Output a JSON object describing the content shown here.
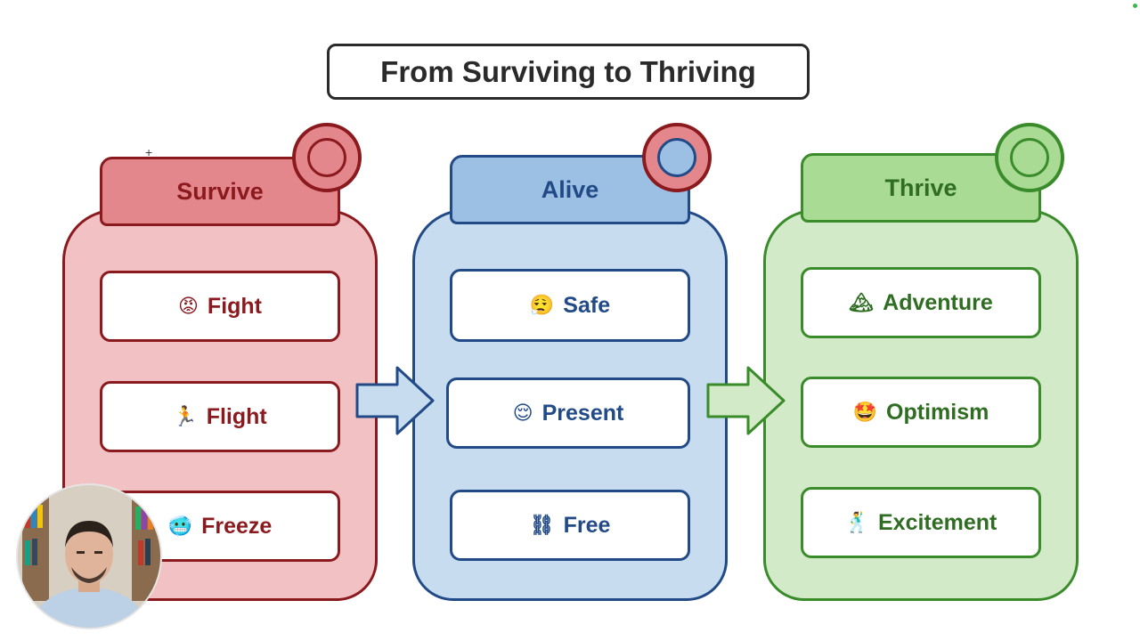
{
  "title": "From Surviving to Thriving",
  "columns": [
    {
      "label": "Survive",
      "colors": {
        "fill": "#f2c1c3",
        "stroke": "#8b1a1f",
        "tab": "#e4878c"
      },
      "items": [
        {
          "emoji": "😡",
          "label": "Fight"
        },
        {
          "emoji": "🏃",
          "label": "Flight"
        },
        {
          "emoji": "🥶",
          "label": "Freeze"
        }
      ]
    },
    {
      "label": "Alive",
      "colors": {
        "fill": "#c8dcef",
        "stroke": "#214a86",
        "tab": "#9cc0e4"
      },
      "items": [
        {
          "emoji": "😮‍💨",
          "label": "Safe"
        },
        {
          "emoji": "😌",
          "label": "Present"
        },
        {
          "emoji": "⛓",
          "label": "Free"
        }
      ]
    },
    {
      "label": "Thrive",
      "colors": {
        "fill": "#d3eac8",
        "stroke": "#3a8b2a",
        "tab": "#a9db95"
      },
      "items": [
        {
          "emoji": "🏔",
          "label": "Adventure"
        },
        {
          "emoji": "🤩",
          "label": "Optimism"
        },
        {
          "emoji": "🕺",
          "label": "Excitement"
        }
      ]
    }
  ],
  "icons": [
    "circle-badge-icon",
    "right-arrow-icon",
    "presenter-webcam"
  ]
}
